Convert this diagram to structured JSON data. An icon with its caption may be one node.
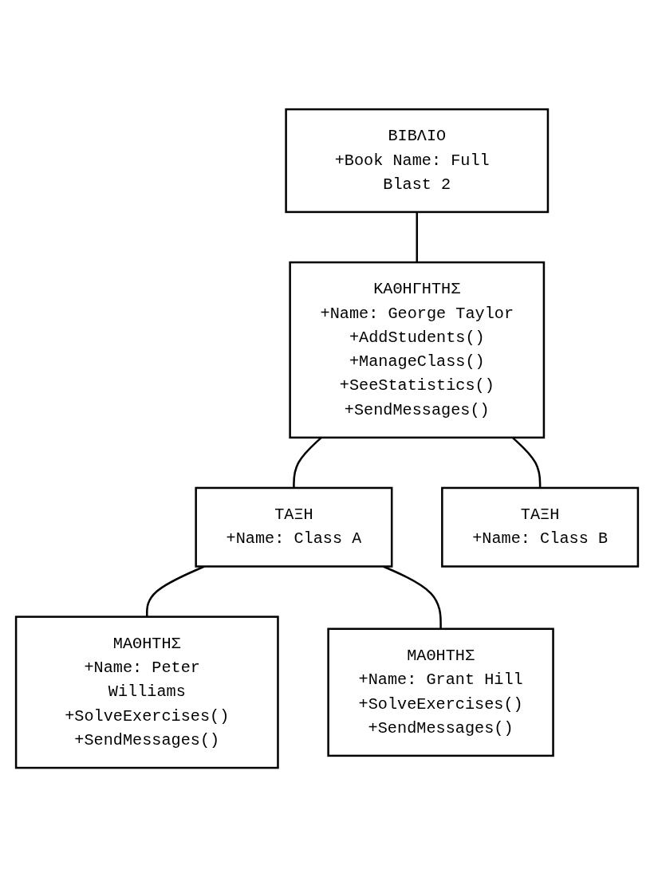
{
  "diagram": {
    "nodes": [
      {
        "text": [
          "ΒΙΒΛΙΟ",
          "+Book Name: Full Blast 2"
        ]
      },
      {
        "text": [
          "ΚΑΘΗΓΗΤΗΣ",
          "+Name: George Taylor",
          "+AddStudents()",
          "+ManageClass()",
          "+SeeStatistics()",
          "+SendMessages()"
        ]
      },
      {
        "text": [
          "ΤΑΞΗ",
          "+Name: Class A"
        ]
      },
      {
        "text": [
          "ΤΑΞΗ",
          "+Name: Class B"
        ]
      },
      {
        "text": [
          "ΜΑΘΗΤΗΣ",
          "+Name: Peter Williams",
          "+SolveExercises()",
          "+SendMessages()"
        ]
      },
      {
        "text": [
          "ΜΑΘΗΤΗΣ",
          "+Name: Grant Hill",
          "+SolveExercises()",
          "+SendMessages()"
        ]
      }
    ],
    "edges": [
      {
        "from": 0,
        "to": 1,
        "arrow": "none"
      },
      {
        "from": 1,
        "to": 2,
        "arrow": "none"
      },
      {
        "from": 1,
        "to": 3,
        "arrow": "none"
      },
      {
        "from": 2,
        "to": 4,
        "arrow": "none"
      },
      {
        "from": 2,
        "to": 5,
        "arrow": "none"
      }
    ]
  }
}
